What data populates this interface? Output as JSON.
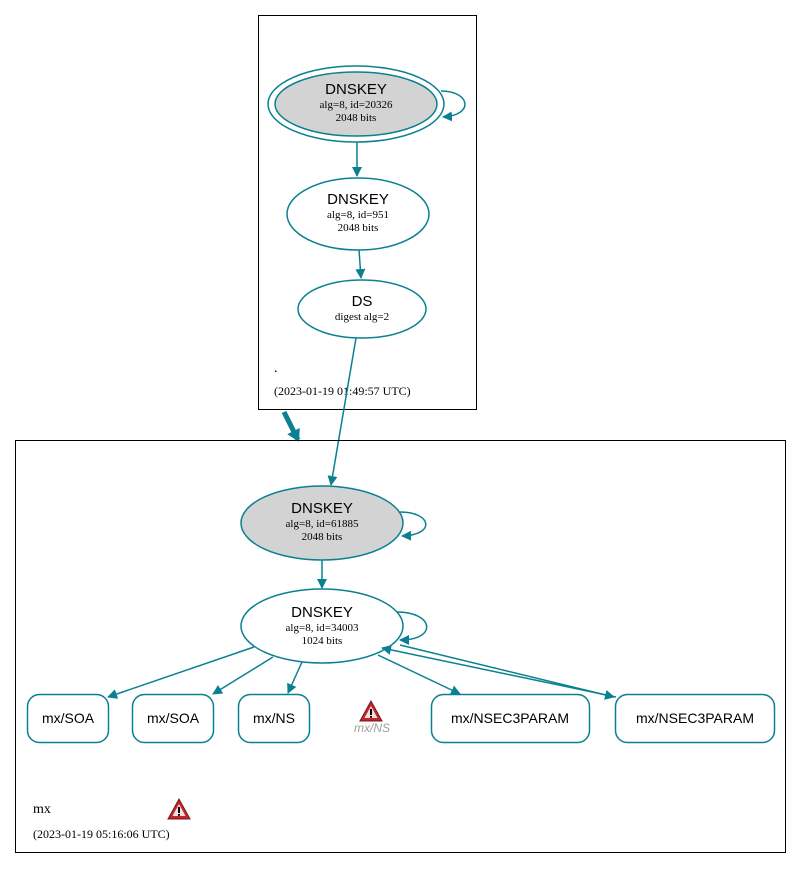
{
  "colors": {
    "edge": "#0a8090",
    "ksk_fill": "#d3d3d3",
    "warning": "#c0282d"
  },
  "root_zone": {
    "name": ".",
    "timestamp": "(2023-01-19 01:49:57 UTC)",
    "ksk": {
      "title": "DNSKEY",
      "params": "alg=8, id=20326",
      "size": "2048 bits"
    },
    "zsk": {
      "title": "DNSKEY",
      "params": "alg=8, id=951",
      "size": "2048 bits"
    },
    "ds": {
      "title": "DS",
      "params": "digest alg=2"
    }
  },
  "mx_zone": {
    "name": "mx",
    "timestamp": "(2023-01-19 05:16:06 UTC)",
    "ksk": {
      "title": "DNSKEY",
      "params": "alg=8, id=61885",
      "size": "2048 bits"
    },
    "zsk": {
      "title": "DNSKEY",
      "params": "alg=8, id=34003",
      "size": "1024 bits"
    },
    "records": [
      "mx/SOA",
      "mx/SOA",
      "mx/NS",
      "mx/NSEC3PARAM",
      "mx/NSEC3PARAM"
    ],
    "warning_record": "mx/NS",
    "warning_icon": "warning-triangle-icon"
  }
}
